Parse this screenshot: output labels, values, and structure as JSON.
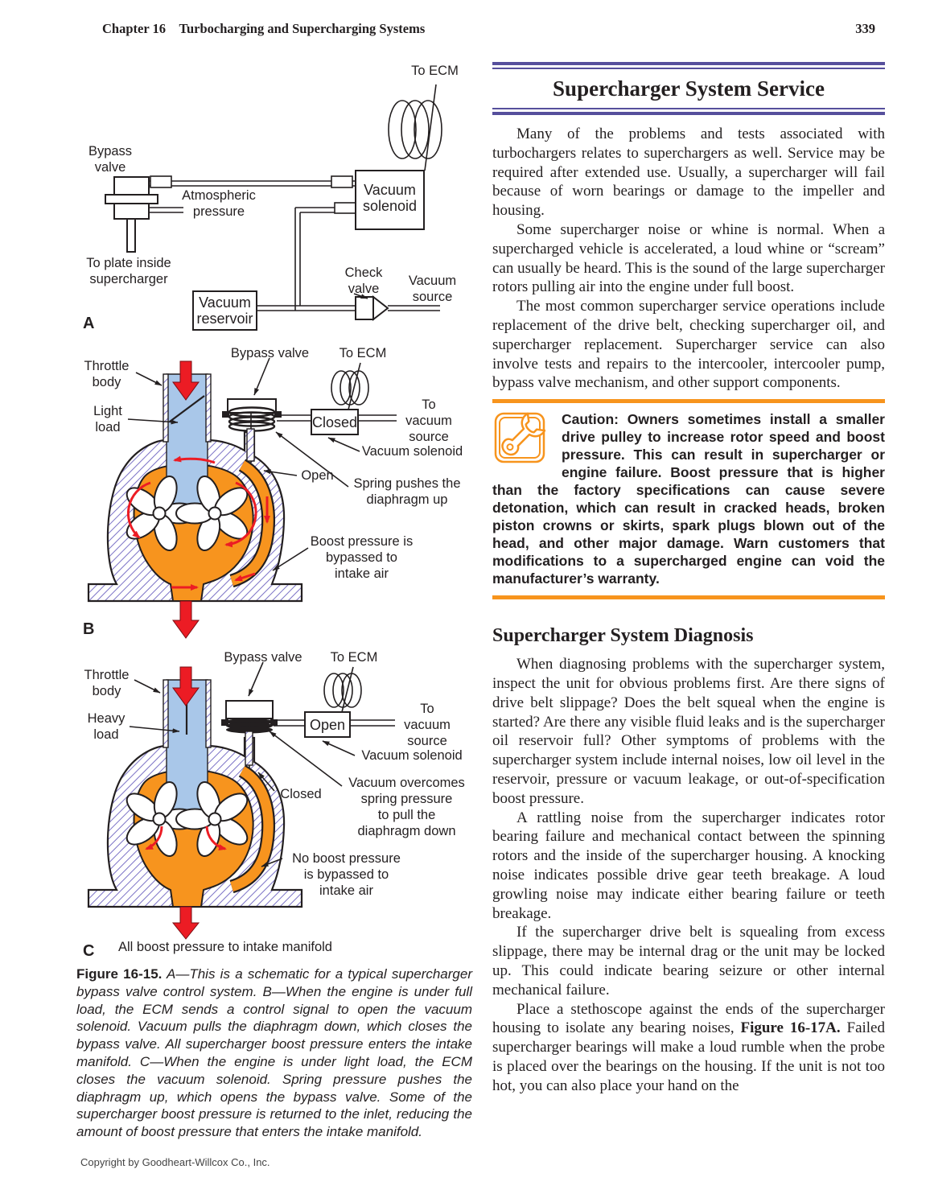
{
  "header": {
    "chapter": "Chapter 16 Turbocharging and Supercharging Systems",
    "page_number": "339"
  },
  "footer": {
    "copyright": "Copyright by Goodheart-Willcox Co., Inc."
  },
  "right_column": {
    "service": {
      "title": "Supercharger System Service",
      "paragraphs": [
        "Many of the problems and tests associated with turbochargers relates to superchargers as well. Service may be required after extended use. Usually, a supercharger will fail because of worn bearings or damage to the impeller and housing.",
        "Some supercharger noise or whine is normal. When a supercharged vehicle is accelerated, a loud whine or “scream” can usually be heard. This is the sound of the large supercharger rotors pulling air into the engine under full boost.",
        "The most common supercharger service operations include replacement of the drive belt, checking supercharger oil, and supercharger replacement. Supercharger service can also involve tests and repairs to the intercooler, intercooler pump, bypass valve mechanism, and other support components."
      ]
    },
    "caution": {
      "text": "Caution: Owners sometimes install a smaller drive pulley to increase rotor speed and boost pressure. This can result in supercharger or engine failure. Boost pressure that is higher than the factory specifications can cause severe detonation, which can result in cracked heads, broken piston crowns or skirts, spark plugs blown out of the head, and other major damage. Warn customers that modifications to a supercharged engine can void the manufacturer’s warranty."
    },
    "diagnosis": {
      "title": "Supercharger System Diagnosis",
      "paragraphs": [
        "When diagnosing problems with the supercharger system, inspect the unit for obvious problems first. Are there signs of drive belt slippage? Does the belt squeal when the engine is started? Are there any visible fluid leaks and is the supercharger oil reservoir full? Other symptoms of problems with the supercharger system include internal noises, low oil level in the reservoir, pressure or vacuum leakage, or out-of-specification boost pressure.",
        "A rattling noise from the supercharger indicates rotor bearing failure and mechanical contact between the spinning rotors and the inside of the supercharger housing. A knocking noise indicates possible drive gear teeth breakage. A loud growling noise may indicate either bearing failure or teeth breakage.",
        "If the supercharger drive belt is squealing from excess slippage, there may be internal drag or the unit may be locked up. This could indicate bearing seizure or other internal mechanical failure."
      ],
      "closing": {
        "before": "Place a stethoscope against the ends of the supercharger housing to isolate any bearing noises, ",
        "figure_ref": "Figure 16-17A.",
        "after": " Failed supercharger bearings will make a loud rumble when the probe is placed over the bearings on the housing. If the unit is not too hot, you can also place your hand on the"
      }
    }
  },
  "figure": {
    "caption_label": "Figure 16-15.",
    "caption_text": " A—This is a schematic for a typical supercharger bypass valve control system. B—When the engine is under full load, the ECM sends a control signal to open the vacuum solenoid. Vacuum pulls the diaphragm down, which closes the bypass valve. All supercharger boost pressure enters the intake manifold. C—When the engine is under light load, the ECM closes the vacuum solenoid. Spring pressure pushes the diaphragm up, which opens the bypass valve. Some of the supercharger boost pressure is returned to the inlet, reducing the amount of boost pressure that enters the intake manifold."
  },
  "diagram_a": {
    "panel": "A",
    "labels": {
      "to_ecm": "To ECM",
      "bypass_valve": "Bypass\nvalve",
      "atmospheric": "Atmospheric\npressure",
      "to_plate": "To plate inside\nsupercharger",
      "vacuum_solenoid": "Vacuum\nsolenoid",
      "vacuum_reservoir": "Vacuum\nreservoir",
      "check_valve": "Check\nvalve",
      "vacuum_source": "Vacuum\nsource"
    }
  },
  "diagram_b": {
    "panel": "B",
    "labels": {
      "throttle_body": "Throttle\nbody",
      "bypass_valve": "Bypass valve",
      "to_ecm": "To ECM",
      "light_load": "Light\nload",
      "solenoid_state": "Closed",
      "to_vacuum_source": "To\nvacuum\nsource",
      "vacuum_solenoid": "Vacuum solenoid",
      "valve_state": "Open",
      "spring_note": "Spring pushes the\ndiaphragm up",
      "boost_note": "Boost pressure is\nbypassed to\nintake air"
    }
  },
  "diagram_c": {
    "panel": "C",
    "labels": {
      "throttle_body": "Throttle\nbody",
      "bypass_valve": "Bypass valve",
      "to_ecm": "To ECM",
      "heavy_load": "Heavy\nload",
      "solenoid_state": "Open",
      "to_vacuum_source": "To\nvacuum\nsource",
      "vacuum_solenoid": "Vacuum solenoid",
      "valve_state": "Closed",
      "vacuum_note": "Vacuum overcomes\nspring pressure\nto pull the\ndiaphragm down",
      "no_boost_note": "No boost pressure\nis bypassed to\nintake air",
      "all_boost": "All boost pressure to intake manifold"
    }
  }
}
